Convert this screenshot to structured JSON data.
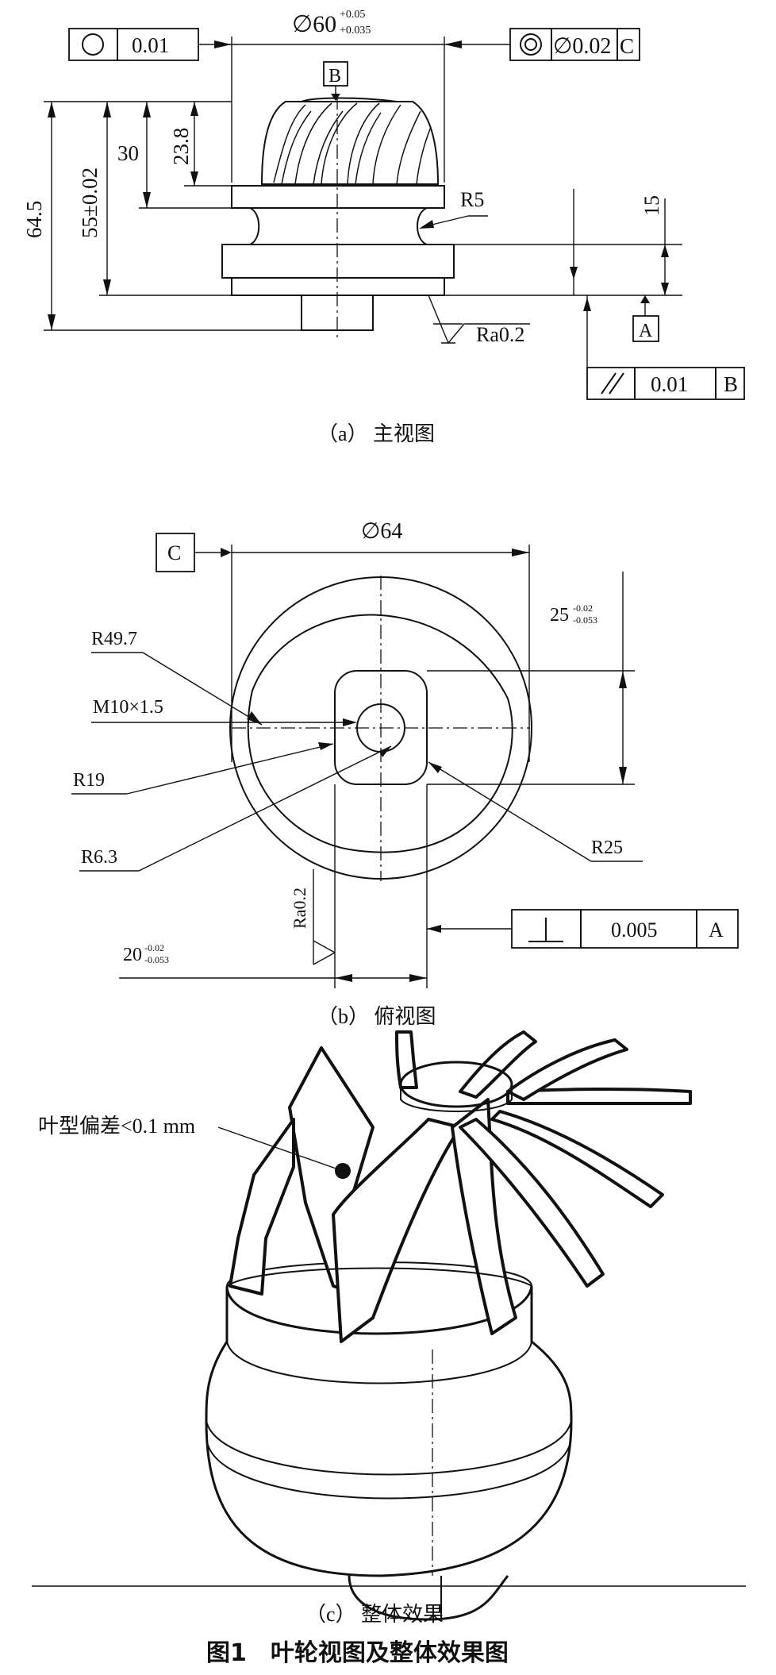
{
  "view_a": {
    "caption": "（a） 主视图",
    "dia_main": "∅60",
    "dia_main_upper": "+0.05",
    "dia_main_lower": "+0.035",
    "datum_b": "B",
    "datum_a": "A",
    "circularity_value": "0.01",
    "coaxiality_value": "∅0.02",
    "coaxiality_datum": "C",
    "parallel_value": "0.01",
    "parallel_datum": "B",
    "dim_64_5": "64.5",
    "dim_55": "55±0.02",
    "dim_30": "30",
    "dim_23_8": "23.8",
    "dim_15": "15",
    "radius_r5": "R5",
    "roughness": "Ra0.2"
  },
  "view_b": {
    "caption": "（b） 俯视图",
    "datum_c": "C",
    "dia_64": "∅64",
    "dim_25": "25",
    "dim_25_upper": "-0.02",
    "dim_25_lower": "-0.053",
    "r49_7": "R49.7",
    "thread": "M10×1.5",
    "r19": "R19",
    "r6_3": "R6.3",
    "r25": "R25",
    "roughness": "Ra0.2",
    "dim_20": "20",
    "dim_20_upper": "-0.02",
    "dim_20_lower": "-0.053",
    "perp_value": "0.005",
    "perp_datum": "A"
  },
  "view_c": {
    "caption": "（c） 整体效果",
    "annotation": "叶型偏差<0.1 mm"
  },
  "figure_title": "图1　叶轮视图及整体效果图"
}
